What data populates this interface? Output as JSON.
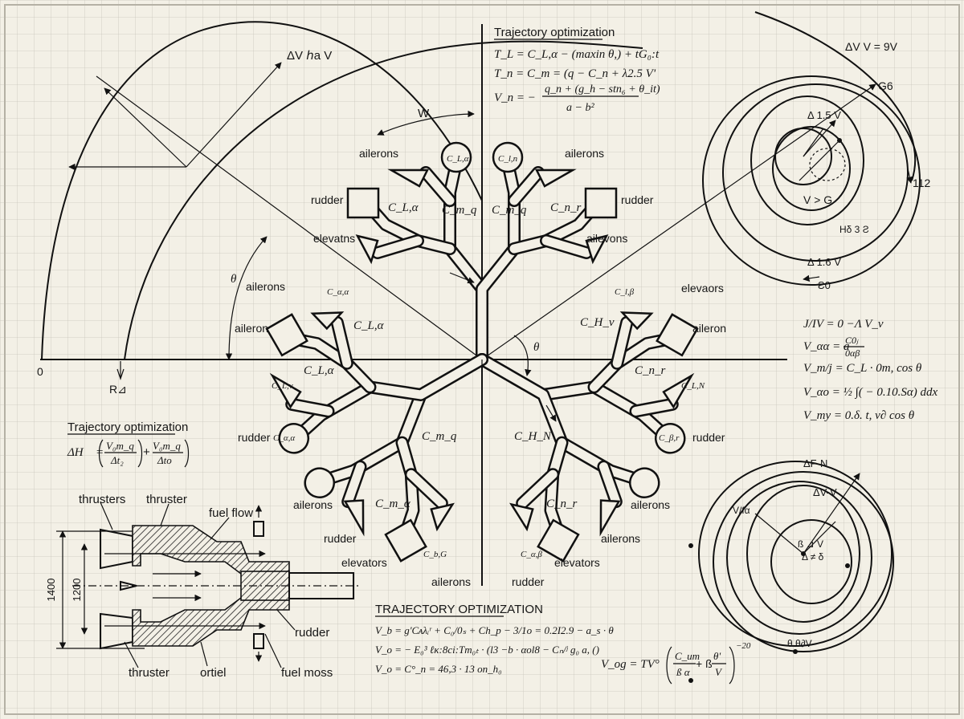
{
  "diagram": {
    "arcs": {
      "label_delta_v_top": "ΔV ℎa V",
      "label_w": "W",
      "label_theta_left": "θ",
      "label_origin": "0",
      "label_r": "R⊿"
    },
    "top_equations": {
      "title": "Trajectory optimization",
      "line1": "T_L = C_L,α − (maxin θ,) + tG₀:t",
      "line2": "T_n = C_m = (q − C_n + λ2.5 V'",
      "line3_lhs": "V_n = −",
      "line3_num": "q_n + (g_h − stn₆ + θ_it)",
      "line3_den": "a − b²"
    },
    "orbit_top_right": {
      "label_top": "ΔV V = 9V",
      "label_g6": "G6",
      "label_d15v": "Δ 1.5 V",
      "label_vgt": "V > G",
      "label_112": "112",
      "label_hbs": "Ηδ 3 Ƨ",
      "label_d16v": "Δ 1.6 V",
      "label_b0": "Ƨ0"
    },
    "right_equations": {
      "line1": "J/IV = 0 −Λ V_v",
      "line2_lhs": "V_αα = a",
      "line2_num": "C0ⱼ",
      "line2_den": "0αβ",
      "line3": "V_m/j = C_L · 0m, cos θ",
      "line4": "V_αo = ½ ∫( − 0.10.Sα) ddx",
      "line5": "V_my = 0.δ. t, v∂ cos θ"
    },
    "orbit_bottom_right": {
      "label_dfn": "ΔF-N",
      "label_dvv": "ΔV-V",
      "label_vfa": "V/fα",
      "label_pv": "ß ⊿ V",
      "label_dfb": "Δ ≠ δ",
      "label_bottom": "θ θ∂V"
    },
    "left_equations": {
      "title": "Trajectory optimization",
      "lhs": "ΔH⃗ =",
      "frac1_num": "V₀m_q",
      "frac1_den": "Δt₂",
      "frac2_num": "V₀m_q",
      "frac2_den": "Δto"
    },
    "thruster": {
      "label_thrusters": "thrusters",
      "label_thruster_top": "thruster",
      "label_fuel_flow": "fuel flow",
      "label_thruster_bottom": "thruster",
      "label_ortiel": "ortiel",
      "label_fuel_moss": "fuel moss",
      "label_rudder": "rudder",
      "dim_outer": "1400",
      "dim_inner": "1200"
    },
    "bottom_equations": {
      "title": "TRAJECTORY OPTIMIZATION",
      "line1": "V_b = gʹCᴀλᵢʳ + C₀/0ₛ + Ch_p − 3/1o = 0.2I2.9 − a_s · θ",
      "line2": "V_o = − E₀³ ℓκ:8ci:Tm₀ₜ ∙ (l3 −b · αol8 − Cₙ/ʲ g₀ a, ()",
      "line3": "V_o = C°_n = 46,3 · 13 on_h₀"
    },
    "bottom_right_equation": {
      "lhs": "V_og = TV°",
      "frac1_num": "C_um",
      "frac1_den": "ß α",
      "frac2_num": "θʹ",
      "frac2_den": "V",
      "exponent": "−20"
    },
    "snowflake": {
      "label_theta": "θ",
      "labels": [
        "ailerons",
        "rudder",
        "elevatns",
        "ailerons",
        "aileron",
        "ailerons",
        "rudder",
        "ailevons",
        "elevaors",
        "aileron",
        "rudder",
        "ailerons",
        "ailerons",
        "elevators",
        "rudder",
        "rudder",
        "elevators",
        "ailerons",
        "rudder",
        "ailerons"
      ],
      "coefficients": [
        "C_L,α",
        "C_m_q",
        "C_m_q",
        "C_n_r",
        "C_L,α",
        "C_H_v",
        "C_L,α",
        "C_n_r",
        "C_m_q",
        "C_H_N",
        "C_m_α",
        "C_n_r"
      ],
      "nodes": [
        "C_L,α",
        "C_l,n",
        "C_α,α",
        "C_l,β",
        "C_L,v",
        "C_L,N",
        "C_α,α",
        "C_β,r",
        "C_b,G",
        "C_α,β",
        "C_L,Ͷ",
        "C_β,r"
      ]
    }
  }
}
